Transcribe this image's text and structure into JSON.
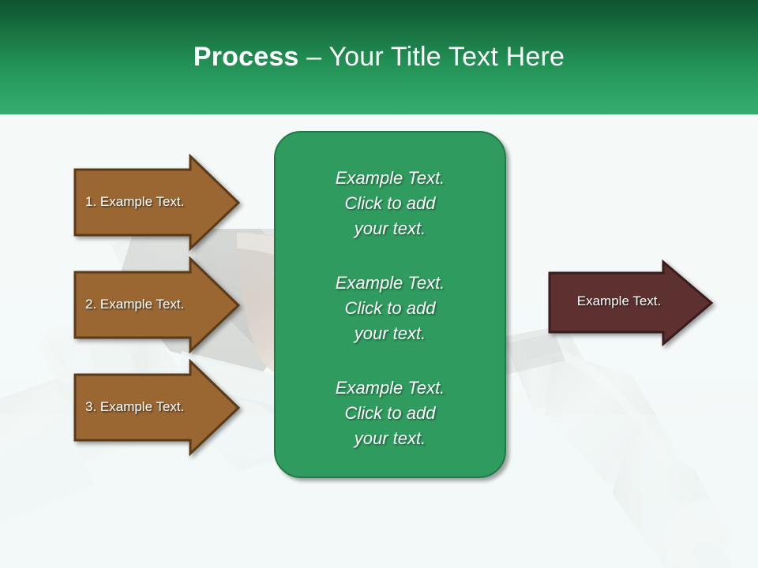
{
  "slide": {
    "background_color": "#f4faf8",
    "header": {
      "title_strong": "Process ",
      "title_rest": "– Your Title Text Here",
      "gradient_top": "#0d5430",
      "gradient_bottom": "#37ab6e",
      "text_color": "#ffffff"
    },
    "background_image": {
      "description": "hand-holding-fuel-pump-nozzle-photo",
      "opacity_note": "heavily faded / washed out"
    }
  },
  "input_arrows": {
    "fill_color": "#9a6632",
    "border_color": "#5b3a18",
    "text_color": "#ffffff",
    "items": [
      {
        "label": "1. Example Text."
      },
      {
        "label": "2. Example Text."
      },
      {
        "label": "3. Example Text."
      }
    ]
  },
  "center_panel": {
    "fill_color": "#2f9b5e",
    "border_color": "#1e7a46",
    "text_color": "#ffffff",
    "blocks": [
      {
        "text": "Example Text.\nClick  to add\nyour text."
      },
      {
        "text": "Example Text.\nClick  to add\nyour text."
      },
      {
        "text": "Example Text.\nClick  to add\nyour text."
      }
    ]
  },
  "output_arrow": {
    "fill_color": "#5e3131",
    "border_color": "#3a1c1c",
    "text_color": "#ffffff",
    "label": "Example Text."
  }
}
